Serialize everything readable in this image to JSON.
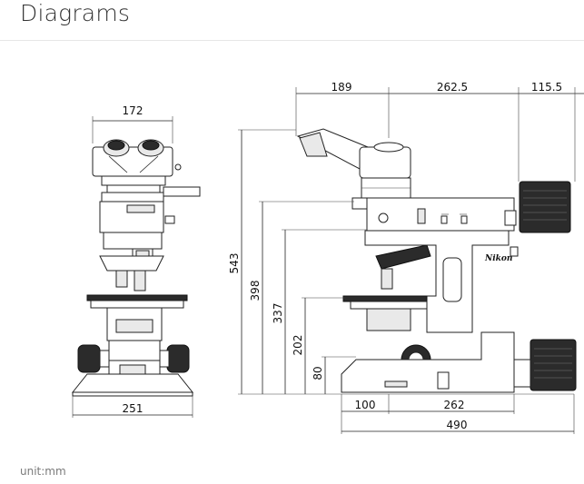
{
  "header": {
    "title": "Diagrams"
  },
  "footer": {
    "unit_note": "unit:mm"
  },
  "figure": {
    "dimensions": {
      "front_eyepiece_width": "172",
      "front_base_width": "251",
      "side_eyepiece_depth": "189",
      "side_body_depth": "262.5",
      "side_lamp_depth": "115.5",
      "height_total": "543",
      "height_stage_top": "398",
      "height_arm": "337",
      "height_stage": "202",
      "height_base": "80",
      "base_front_offset": "100",
      "base_depth": "262",
      "total_depth": "490"
    },
    "brand_mark": "Nikon"
  }
}
